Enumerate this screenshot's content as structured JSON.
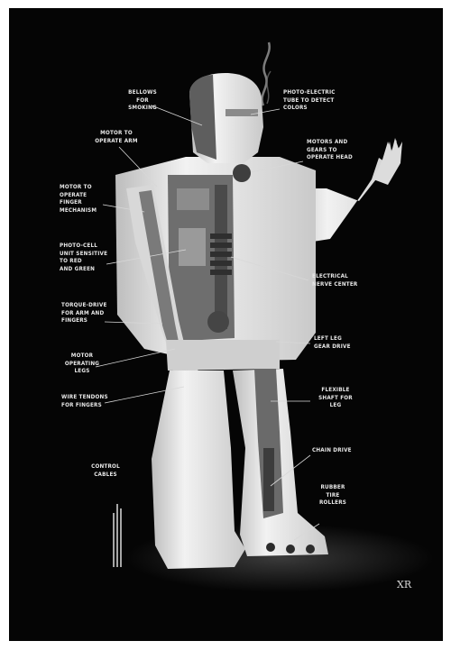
{
  "labels": {
    "bellows": "BELLOWS\nFOR\nSMOKING",
    "photo_tube": "PHOTO-ELECTRIC\nTUBE TO DETECT\nCOLORS",
    "motor_arm": "MOTOR TO\nOPERATE ARM",
    "motors_head": "MOTORS AND\nGEARS TO\nOPERATE HEAD",
    "motor_finger": "MOTOR TO\nOPERATE\nFINGER\nMECHANISM",
    "photo_cell": "PHOTO-CELL\nUNIT SENSITIVE\nTO RED\nAND GREEN",
    "nerve_center": "ELECTRICAL\nNERVE CENTER",
    "torque_drive": "TORQUE-DRIVE\nFOR ARM AND\nFINGERS",
    "left_leg": "LEFT LEG\nGEAR DRIVE",
    "motor_legs": "MOTOR\nOPERATING\nLEGS",
    "wire_tendons": "WIRE TENDONS\nFOR FINGERS",
    "flexible_shaft": "FLEXIBLE\nSHAFT FOR\nLEG",
    "chain_drive": "CHAIN DRIVE",
    "control_cables": "CONTROL\nCABLES",
    "rubber_tire": "RUBBER\nTIRE\nROLLERS"
  },
  "monogram": "XR",
  "colors": {
    "background": "#050505",
    "figure": "#e6e6e6",
    "interior": "#6e6e6e",
    "label": "#e8e8e8"
  }
}
